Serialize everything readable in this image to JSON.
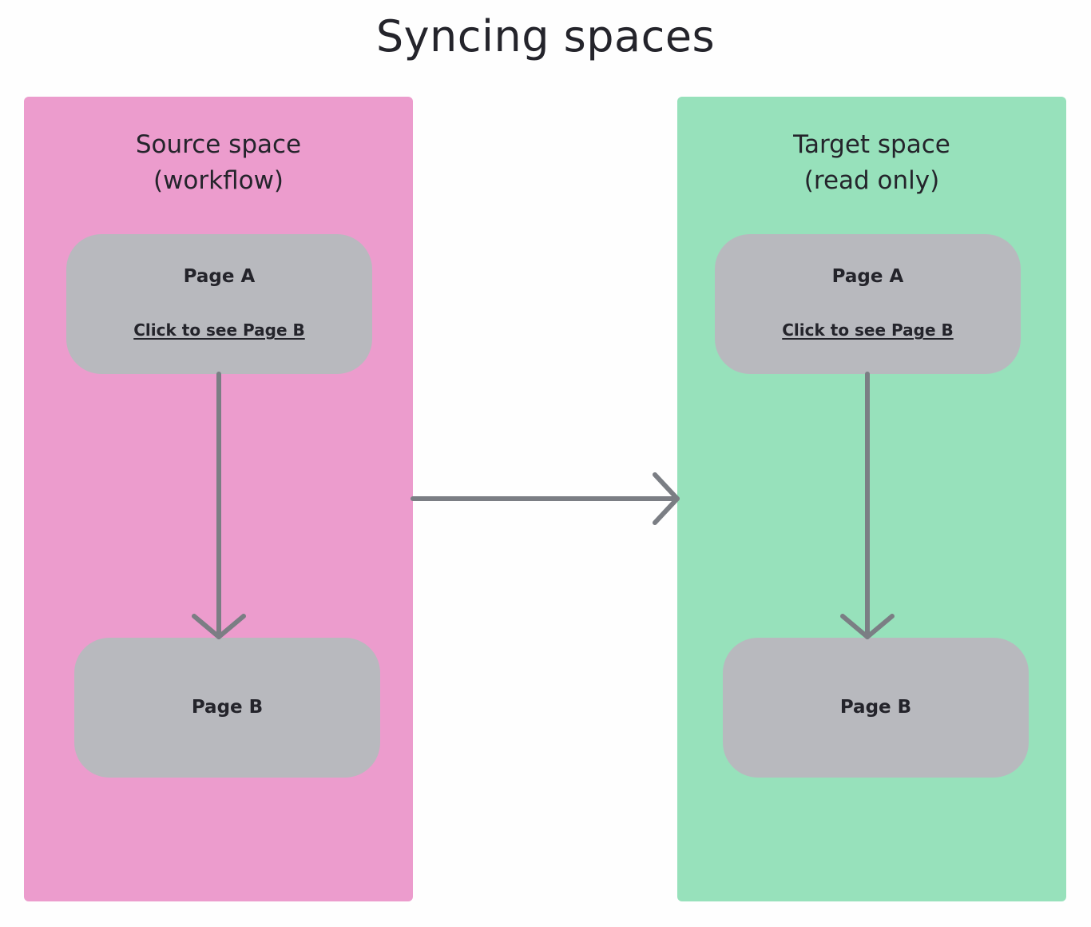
{
  "title": "Syncing spaces",
  "colors": {
    "source_fill": "#ec9ccd",
    "target_fill": "#97e1bb",
    "card_fill": "#b8b9be",
    "arrow": "#7b7e84",
    "text": "#24242b"
  },
  "source": {
    "title_line1": "Source space",
    "title_line2": "(workflow)",
    "page_a": {
      "name": "Page A",
      "link": "Click to see Page B"
    },
    "page_b": {
      "name": "Page B"
    }
  },
  "target": {
    "title_line1": "Target space",
    "title_line2": "(read only)",
    "page_a": {
      "name": "Page A",
      "link": "Click to see Page B"
    },
    "page_b": {
      "name": "Page B"
    }
  }
}
